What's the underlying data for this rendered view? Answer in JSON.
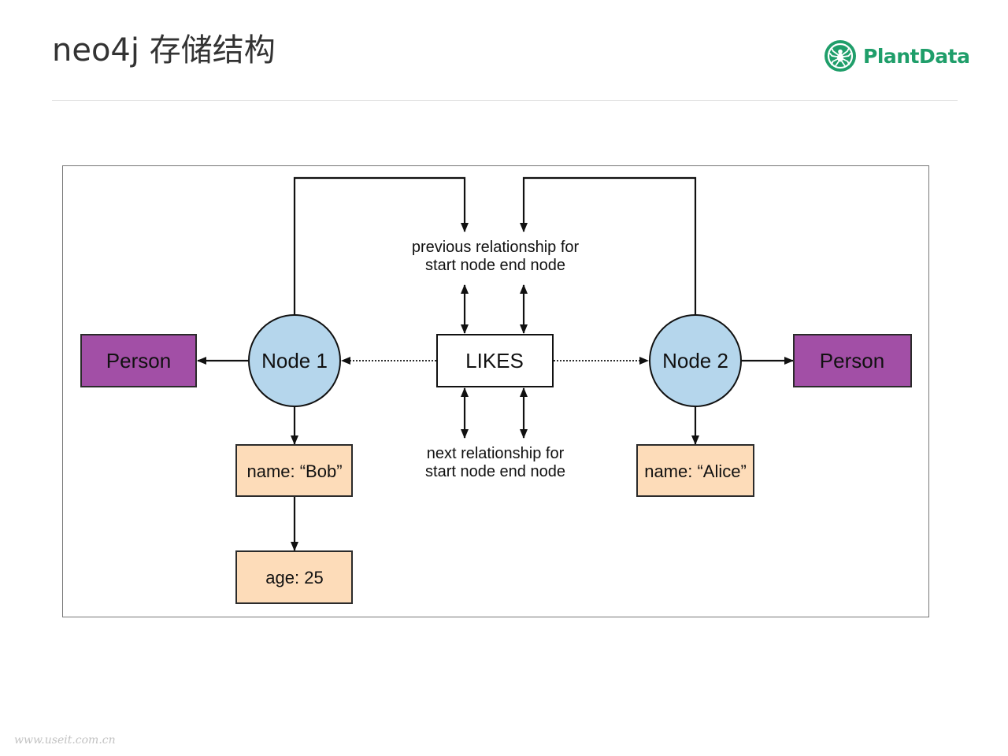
{
  "header": {
    "title": "neo4j 存储结构",
    "logo_text": "PlantData",
    "logo_icon": "spider-logo-icon"
  },
  "colors": {
    "person": "#a24fa6",
    "node": "#b5d6ec",
    "property": "#fddcb9",
    "logo": "#1f9e6a"
  },
  "diagram": {
    "labels": {
      "person_left": "Person",
      "person_right": "Person"
    },
    "nodes": {
      "node1": "Node 1",
      "node2": "Node 2"
    },
    "relationship": "LIKES",
    "properties": {
      "bob_name": "name: “Bob”",
      "bob_age": "age: 25",
      "alice_name": "name: “Alice”"
    },
    "annotations": {
      "previous_line1": "previous relationship for",
      "previous_line2": "start node end node",
      "next_line1": "next relationship for",
      "next_line2": "start node end node"
    }
  },
  "footer": {
    "watermark": "www.useit.com.cn"
  }
}
